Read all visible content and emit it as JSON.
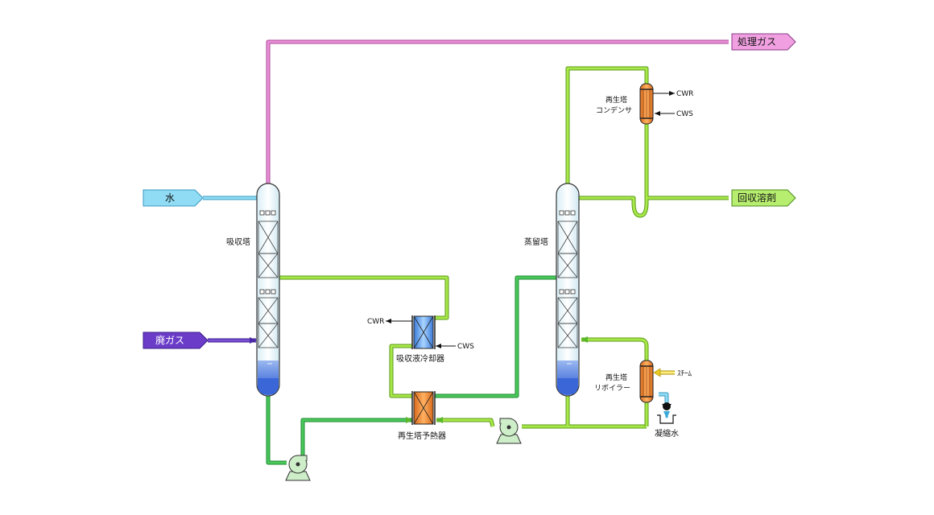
{
  "streams": {
    "treated_gas": "処理ガス",
    "water": "水",
    "waste_gas": "廃ガス",
    "recovered_solvent": "回収溶剤"
  },
  "equipment": {
    "absorber": "吸収塔",
    "stripper": "蒸留塔",
    "cooler": "吸収液冷却器",
    "preheater": "再生塔予熱器",
    "condenser_line1": "再生塔",
    "condenser_line2": "コンデンサ",
    "reboiler_line1": "再生塔",
    "reboiler_line2": "リボイラー",
    "condensate": "凝縮水"
  },
  "utilities": {
    "cwr": "CWR",
    "cws": "CWS",
    "steam": "ｽﾁｰﾑ"
  },
  "colors": {
    "treated_gas": "#e070c8",
    "water": "#60c8e8",
    "waste_gas": "#6a3cc8",
    "solvent_line": "#8ad838",
    "recycle_line": "#3ab84a",
    "pump": "#cdeec8"
  }
}
